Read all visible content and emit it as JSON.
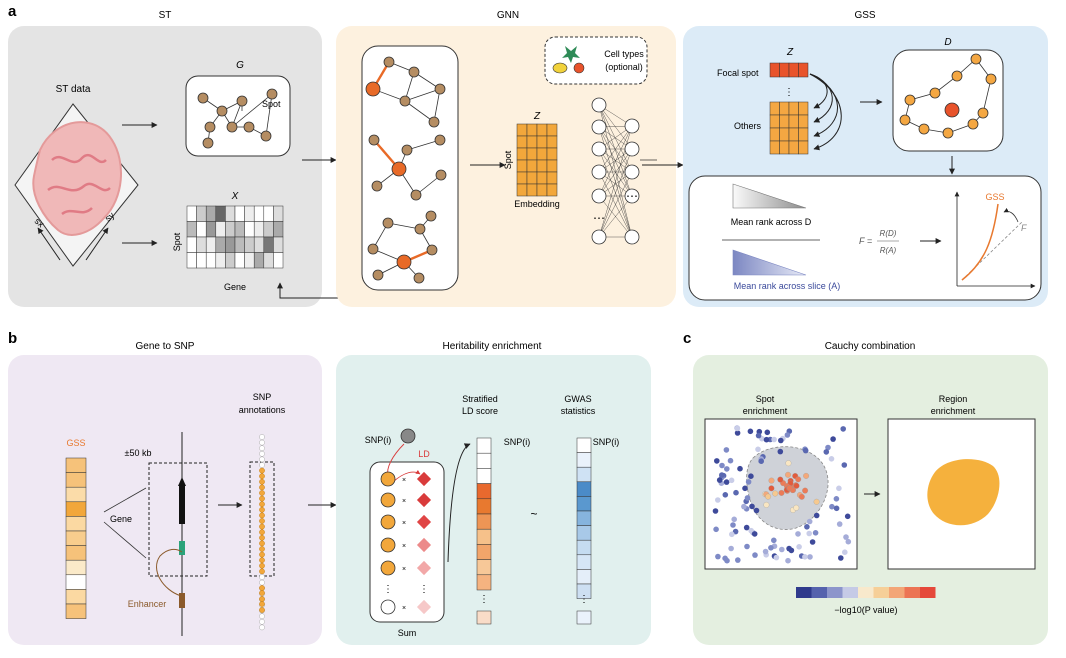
{
  "panel_a": {
    "letter": "a",
    "st": {
      "title": "ST",
      "st_data": "ST data",
      "sx": "sx",
      "sy": "sy",
      "g_label": "G",
      "spot": "Spot",
      "x_label": "X",
      "x_spot": "Spot",
      "x_gene": "Gene"
    },
    "gnn": {
      "title": "GNN",
      "cell_types_1": "Cell types",
      "cell_types_2": "(optional)",
      "z_label": "Z",
      "spot": "Spot",
      "embedding": "Embedding",
      "dots": "⋯"
    },
    "gss": {
      "title": "GSS",
      "z_label": "Z",
      "d_label": "D",
      "focal_spot": "Focal spot",
      "others": "Others",
      "mean_rank_d": "Mean rank across D",
      "mean_rank_slice": "Mean rank across slice (A)",
      "f_eq": "F =",
      "num": "R(D)",
      "den": "R(A)",
      "gss_curve": "GSS",
      "f_line": "F"
    }
  },
  "panel_b": {
    "letter": "b",
    "gene_to_snp": "Gene to SNP",
    "gss": "GSS",
    "kb": "±50 kb",
    "gene": "Gene",
    "enhancer": "Enhancer",
    "snp_ann_1": "SNP",
    "snp_ann_2": "annotations",
    "heritability": "Heritability enrichment",
    "strat_1": "Stratified",
    "strat_2": "LD score",
    "gwas_1": "GWAS",
    "gwas_2": "statistics",
    "snp_i": "SNP(i)",
    "ld": "LD",
    "sum": "Sum",
    "times": "×",
    "tilde": "~",
    "snp_i_col1": "SNP(i)",
    "snp_i_col2": "SNP(i)"
  },
  "panel_c": {
    "letter": "c",
    "cauchy": "Cauchy combination",
    "spot_1": "Spot",
    "spot_2": "enrichment",
    "region_1": "Region",
    "region_2": "enrichment",
    "legend_label": "−log10(P value)"
  },
  "colors": {
    "st_bg": "#e4e4e4",
    "gnn_bg": "#fdf1df",
    "gss_bg": "#dcebf7",
    "b_left_bg": "#efe8f3",
    "b_right_bg": "#e1f0ee",
    "c_bg": "#e4efe0",
    "node": "#b58d62",
    "focal": "#e86a27",
    "orange": "#f4a742",
    "blue": "#6777b6"
  }
}
